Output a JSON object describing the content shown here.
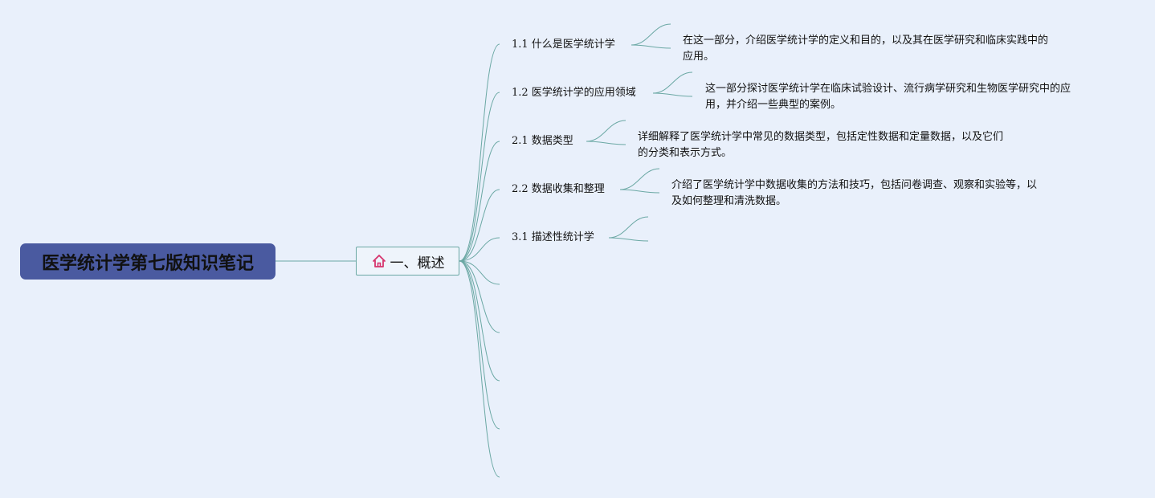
{
  "mindmap": {
    "root": {
      "label": "医学统计学第七版知识笔记"
    },
    "main_topic": {
      "label": "一、概述",
      "icon": "home-icon",
      "icon_color": "#d6336c"
    },
    "subtopics": [
      {
        "label": "1.1 什么是医学统计学",
        "note_lines": [
          "在这一部分，介绍医学统计学的定义和目的，以及其在医学研究和临床实践中的",
          "应用。"
        ]
      },
      {
        "label": "1.2 医学统计学的应用领域",
        "note_lines": [
          "这一部分探讨医学统计学在临床试验设计、流行病学研究和生物医学研究中的应",
          "用，并介绍一些典型的案例。"
        ]
      },
      {
        "label": "2.1 数据类型",
        "note_lines": [
          "详细解释了医学统计学中常见的数据类型，包括定性数据和定量数据，以及它们",
          "的分类和表示方式。"
        ]
      },
      {
        "label": "2.2 数据收集和整理",
        "note_lines": [
          "介绍了医学统计学中数据收集的方法和技巧，包括问卷调查、观察和实验等，以",
          "及如何整理和清洗数据。"
        ]
      },
      {
        "label": "3.1 描述性统计学",
        "note_lines": []
      }
    ],
    "colors": {
      "background": "#e9f0fb",
      "root_fill": "#4a5aa0",
      "connector": "#6ba8a4"
    }
  }
}
